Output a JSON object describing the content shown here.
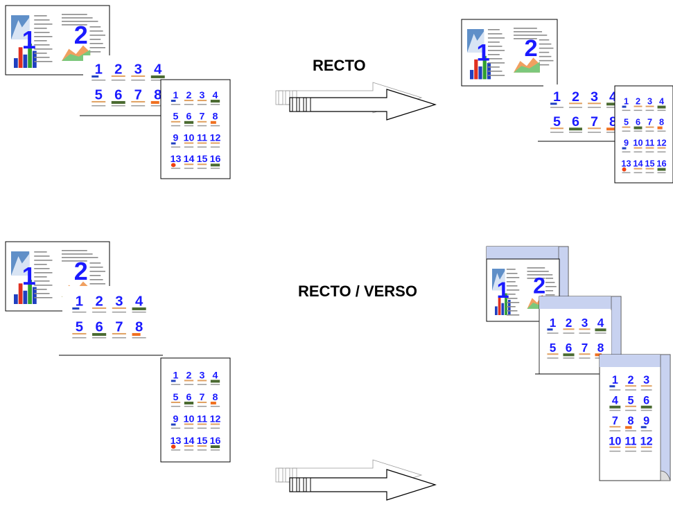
{
  "labels": {
    "recto": "RECTO",
    "recto_verso": "RECTO / VERSO"
  },
  "pages": {
    "two_up": [
      "1",
      "2"
    ],
    "eight_up": [
      "1",
      "2",
      "3",
      "4",
      "5",
      "6",
      "7",
      "8"
    ],
    "sixteen_up": [
      "1",
      "2",
      "3",
      "4",
      "5",
      "6",
      "7",
      "8",
      "9",
      "10",
      "11",
      "12",
      "13",
      "14",
      "15",
      "16"
    ]
  },
  "colors": {
    "number_blue": "#1a1aff",
    "paper_edge": "#000000",
    "curl_blue": "#c8d2f0",
    "arrow_stroke": "#000000"
  }
}
